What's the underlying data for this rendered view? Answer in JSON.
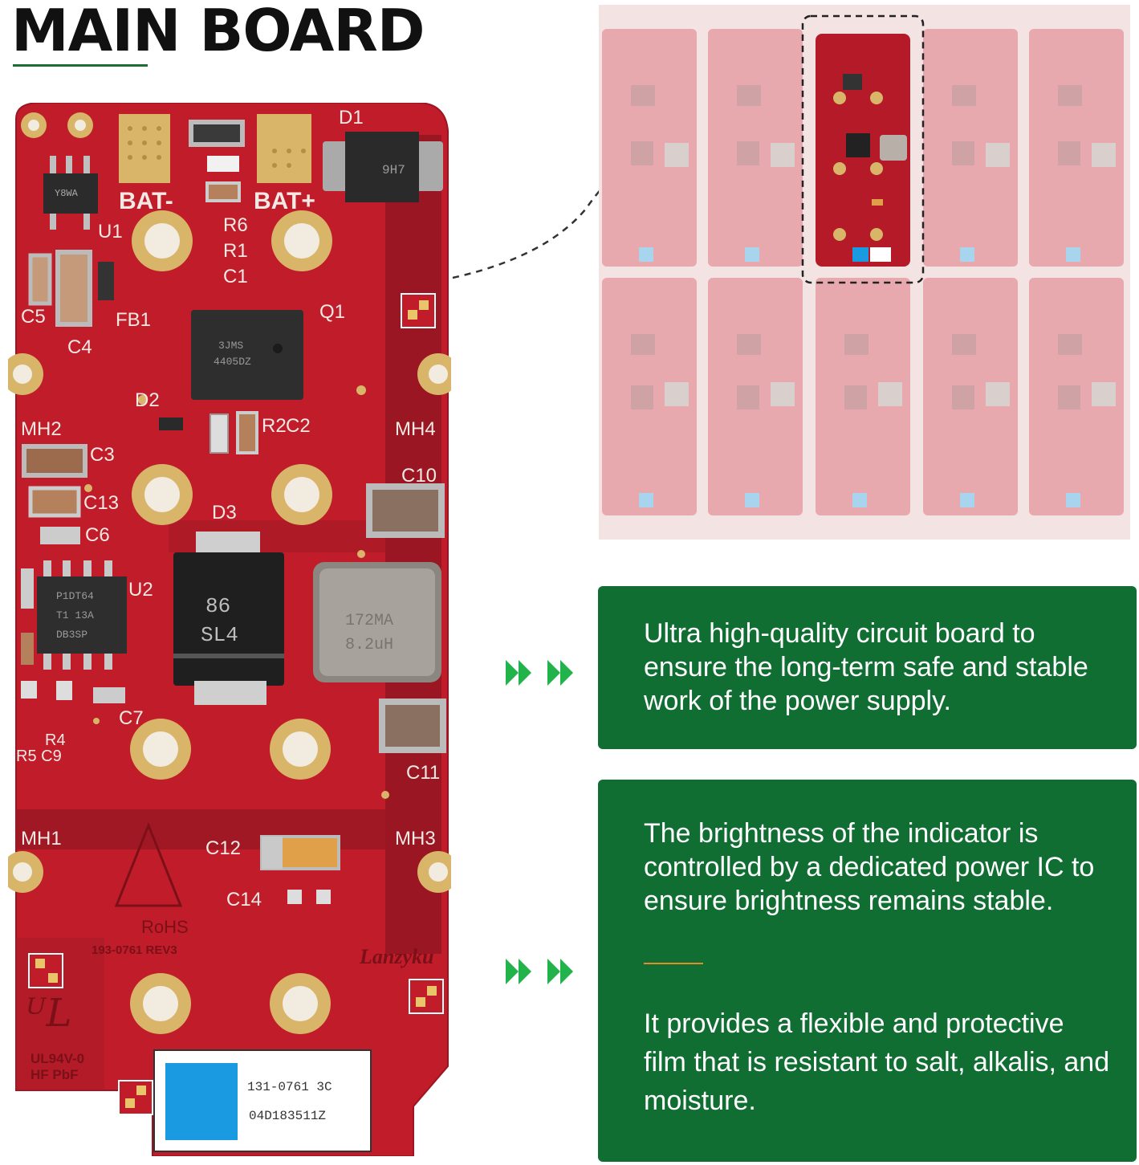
{
  "header": {
    "title": "MAIN BOARD"
  },
  "board": {
    "silk_labels": {
      "d1": "D1",
      "bat_minus": "BAT-",
      "bat_plus": "BAT+",
      "r6": "R6",
      "r1": "R1",
      "c1": "C1",
      "u1": "U1",
      "c5": "C5",
      "fb1": "FB1",
      "c4": "C4",
      "q1": "Q1",
      "d2": "D2",
      "r2": "R2",
      "c2": "C2",
      "mh2": "MH2",
      "mh4": "MH4",
      "c3": "C3",
      "c10": "C10",
      "c13": "C13",
      "c6": "C6",
      "d3": "D3",
      "u2": "U2",
      "r5c9": "R5 C9",
      "r4": "R4",
      "c11": "C11",
      "c7": "C7",
      "mh1": "MH1",
      "mh3": "MH3",
      "c12": "C12",
      "c14": "C14",
      "rohs": "RoHS",
      "rev": "193-0761 REV3",
      "brand": "Lanzyku",
      "ul": "UL94V-0",
      "hf": "HF PbF"
    },
    "chips": {
      "q1_text_1": "3JMS",
      "q1_text_2": "4405DZ",
      "u2_text_1": "P1DT64",
      "u2_text_2": "T1 13A",
      "u2_text_3": "DB3SP",
      "d3_text_1": "SL4",
      "d3_text_2": "86",
      "d1_text": "9H7",
      "inductor_text_1": "172MA",
      "inductor_text_2": "8.2uH",
      "u1_text": "Y8WA"
    },
    "sticker": {
      "line1": "131-0761 3C",
      "line2": "04D183511Z",
      "swatch_color": "#1a9ae0"
    }
  },
  "cards": [
    {
      "text": "Ultra high-quality circuit board to ensure the long-term safe and stable work of the power supply."
    },
    {
      "text_1": "The brightness of the indicator is controlled by a dedicated power IC to ensure brightness remains stable.",
      "text_2": "It provides a flexible and protective film that is resistant to salt, alkalis,  and moisture."
    }
  ],
  "colors": {
    "pcb_red": "#c21d2b",
    "card_green": "#116e33",
    "arrow_green": "#22b34b",
    "accent_orange": "#e58b2b"
  }
}
